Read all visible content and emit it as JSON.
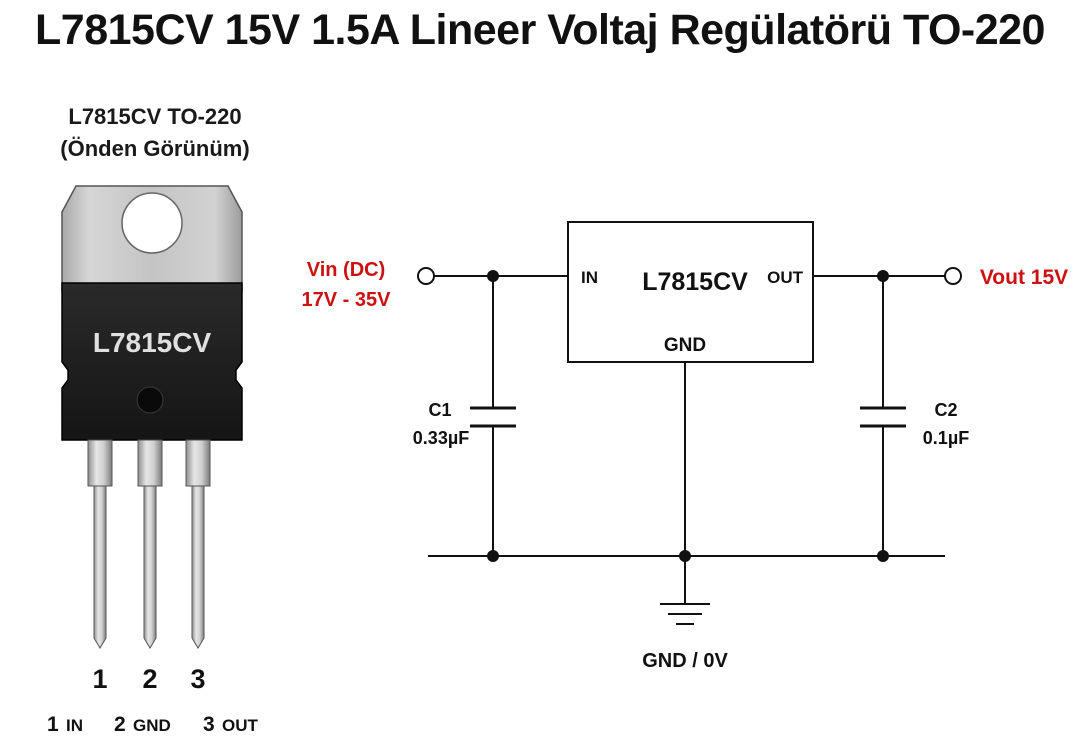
{
  "title": "L7815CV 15V 1.5A Lineer Voltaj Regülatörü TO-220",
  "package": {
    "title": "L7815CV TO-220",
    "subtitle": "(Önden Görünüm)",
    "chip_marking": "L7815CV",
    "pin_numbers": [
      "1",
      "2",
      "3"
    ],
    "pin_legend": [
      {
        "num": "1",
        "name": "IN"
      },
      {
        "num": "2",
        "name": "GND"
      },
      {
        "num": "3",
        "name": "OUT"
      }
    ]
  },
  "schematic": {
    "ic_name": "L7815CV",
    "ic_pin_in": "IN",
    "ic_pin_out": "OUT",
    "ic_pin_gnd": "GND",
    "vin_label": "Vin (DC)",
    "vin_range": "17V - 35V",
    "vout_label": "Vout 15V",
    "c1_name": "C1",
    "c1_value": "0.33µF",
    "c2_name": "C2",
    "c2_value": "0.1µF",
    "ground_label": "GND / 0V"
  },
  "colors": {
    "accent_red": "#cc1111",
    "line": "#111111",
    "tab_metal": "#bdbdbd",
    "body_black": "#1c1c1c"
  }
}
